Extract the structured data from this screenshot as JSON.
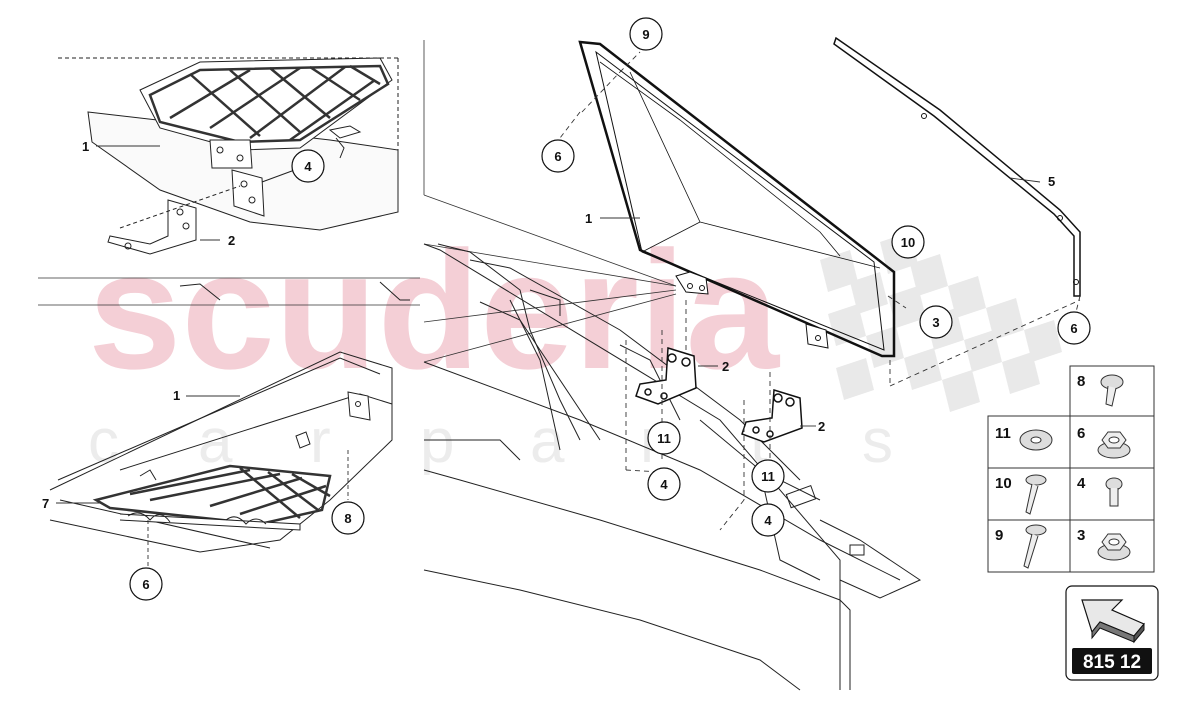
{
  "watermark": {
    "brand": "scuderia",
    "tagline_letters": [
      "c",
      "a",
      "r",
      "p",
      "a",
      "r",
      "t",
      "s"
    ]
  },
  "callouts": {
    "c9": "9",
    "c6_top": "6",
    "c4_inset": "4",
    "c10": "10",
    "c3": "3",
    "c6_right": "6",
    "c11_a": "11",
    "c4_a": "4",
    "c11_b": "11",
    "c4_b": "4",
    "c8": "8",
    "c6_bottom": "6"
  },
  "labels": {
    "l1_inset": "1",
    "l2_inset": "2",
    "l1_panel": "1",
    "l5": "5",
    "l2_a": "2",
    "l2_b": "2",
    "l1_lower": "1",
    "l7": "7"
  },
  "legend": [
    {
      "number": "8",
      "part": "button-head-screw"
    },
    {
      "number": "11",
      "part": "washer"
    },
    {
      "number": "6",
      "part": "flange-nut"
    },
    {
      "number": "10",
      "part": "rivet"
    },
    {
      "number": "4",
      "part": "screw"
    },
    {
      "number": "9",
      "part": "rivet"
    },
    {
      "number": "3",
      "part": "flange-nut"
    }
  ],
  "diagram_code": "815 12",
  "colors": {
    "line": "#222222",
    "watermark": "#f4cfd6",
    "badge": "#111111"
  }
}
